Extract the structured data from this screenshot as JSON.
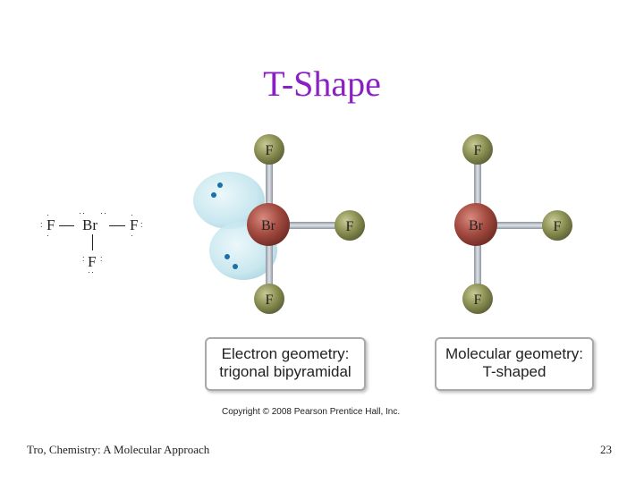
{
  "title": "T-Shape",
  "lewis": {
    "central": "Br",
    "left": "F",
    "right": "F",
    "bottom": "F"
  },
  "electron_model": {
    "center": "Br",
    "top": "F",
    "right": "F",
    "bottom": "F"
  },
  "molecular_model": {
    "center": "Br",
    "top": "F",
    "right": "F",
    "bottom": "F"
  },
  "electron_box": {
    "line1": "Electron geometry:",
    "line2": "trigonal bipyramidal"
  },
  "molecular_box": {
    "line1": "Molecular geometry:",
    "line2": "T-shaped"
  },
  "copyright": "Copyright © 2008 Pearson Prentice Hall, Inc.",
  "footer": {
    "source": "Tro, Chemistry: A Molecular Approach",
    "page": "23"
  },
  "colors": {
    "title": "#8a1fc4",
    "bromine": "#a34a3f",
    "fluorine": "#8a8f52",
    "lone_pair_lobe": "#bfe3ec",
    "lone_pair_electron": "#1c6fa8",
    "bond": "#b5bcc6"
  }
}
